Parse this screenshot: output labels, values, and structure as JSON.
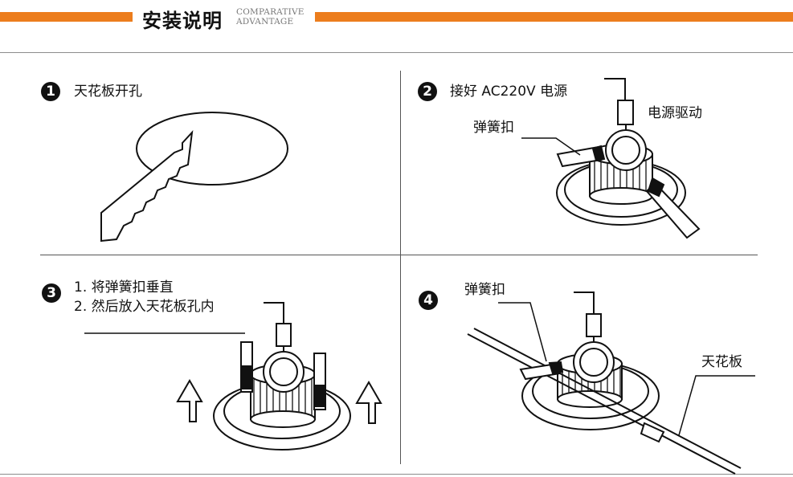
{
  "header": {
    "title": "安装说明",
    "subtitle_line1": "COMPARATIVE",
    "subtitle_line2": "ADVANTAGE",
    "accent_color": "#ec7d1d"
  },
  "steps": [
    {
      "number": "1",
      "lines": [
        "天花板开孔"
      ]
    },
    {
      "number": "2",
      "lines": [
        "接好 AC220V 电源"
      ],
      "labels": [
        "电源驱动",
        "弹簧扣"
      ]
    },
    {
      "number": "3",
      "lines": [
        "1. 将弹簧扣垂直",
        "2. 然后放入天花板孔内"
      ]
    },
    {
      "number": "4",
      "lines": [],
      "labels": [
        "弹簧扣",
        "天花板"
      ]
    }
  ]
}
